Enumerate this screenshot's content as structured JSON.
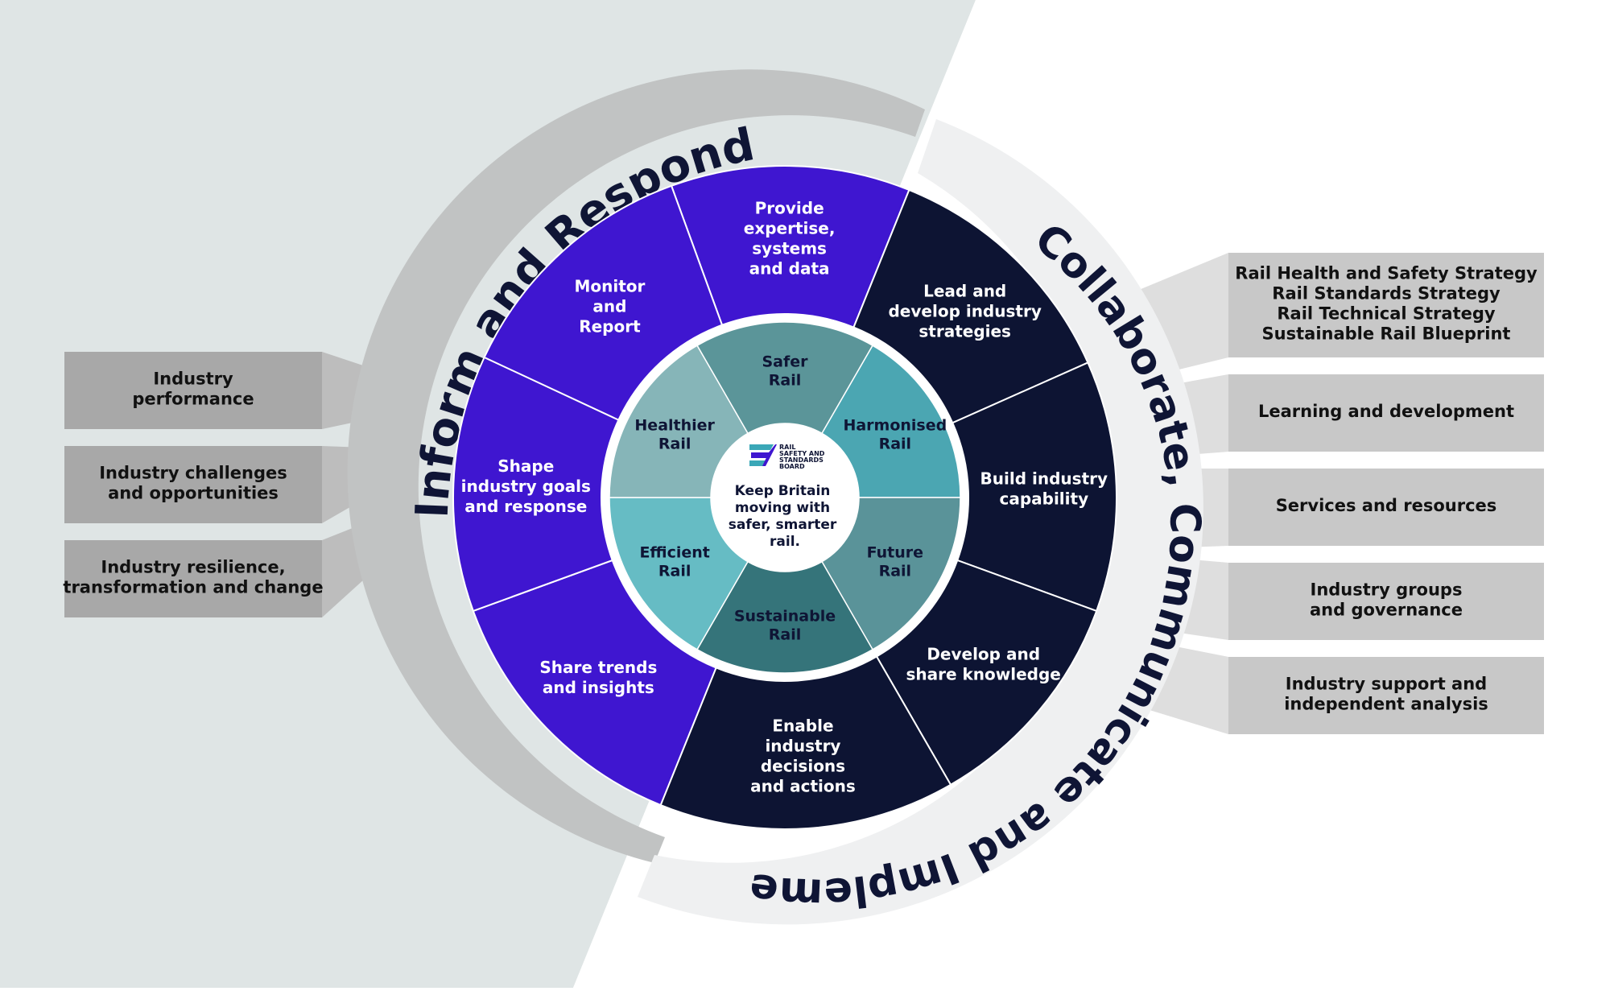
{
  "ring_titles": {
    "left": "Inform and Respond",
    "right": "Collaborate, Communicate and Implement"
  },
  "logo": {
    "text_lines": [
      "RAIL",
      "SAFETY AND",
      "STANDARDS",
      "BOARD"
    ]
  },
  "centre": {
    "lines": [
      "Keep Britain",
      "moving with",
      "safer, smarter",
      "rail."
    ]
  },
  "outer_segments": [
    {
      "id": "provide-expertise",
      "lines": [
        "Provide",
        "expertise,",
        "systems",
        "and data"
      ],
      "color": "#3f16d0"
    },
    {
      "id": "lead-strategies",
      "lines": [
        "Lead and",
        "develop industry",
        "strategies"
      ],
      "color": "#0d1433"
    },
    {
      "id": "build-capability",
      "lines": [
        "Build industry",
        "capability"
      ],
      "color": "#0d1433"
    },
    {
      "id": "develop-knowledge",
      "lines": [
        "Develop and",
        "share knowledge"
      ],
      "color": "#0d1433"
    },
    {
      "id": "enable-decisions",
      "lines": [
        "Enable",
        "industry",
        "decisions",
        "and actions"
      ],
      "color": "#0d1433"
    },
    {
      "id": "share-trends",
      "lines": [
        "Share trends",
        "and insights"
      ],
      "color": "#3f16d0"
    },
    {
      "id": "shape-goals",
      "lines": [
        "Shape",
        "industry goals",
        "and response"
      ],
      "color": "#3f16d0"
    },
    {
      "id": "monitor-report",
      "lines": [
        "Monitor",
        "and",
        "Report"
      ],
      "color": "#3f16d0"
    }
  ],
  "inner_segments": [
    {
      "id": "safer-rail",
      "lines": [
        "Safer",
        "Rail"
      ],
      "color": "#5b9599"
    },
    {
      "id": "harmonised-rail",
      "lines": [
        "Harmonised",
        "Rail"
      ],
      "color": "#4ba6b2"
    },
    {
      "id": "future-rail",
      "lines": [
        "Future",
        "Rail"
      ],
      "color": "#5a9399"
    },
    {
      "id": "sustainable-rail",
      "lines": [
        "Sustainable",
        "Rail"
      ],
      "color": "#35747a"
    },
    {
      "id": "efficient-rail",
      "lines": [
        "Efficient",
        "Rail"
      ],
      "color": "#66bcc4"
    },
    {
      "id": "healthier-rail",
      "lines": [
        "Healthier",
        "Rail"
      ],
      "color": "#86b5b8"
    }
  ],
  "left_boxes": [
    {
      "id": "industry-performance",
      "lines": [
        "Industry",
        "performance"
      ]
    },
    {
      "id": "challenges-opportunities",
      "lines": [
        "Industry challenges",
        "and opportunities"
      ]
    },
    {
      "id": "resilience-change",
      "lines": [
        "Industry resilience,",
        "transformation and change"
      ]
    }
  ],
  "right_boxes": [
    {
      "id": "strategies",
      "lines": [
        "Rail Health and Safety Strategy",
        "Rail Standards Strategy",
        "Rail Technical Strategy",
        "Sustainable Rail Blueprint"
      ]
    },
    {
      "id": "learning-development",
      "lines": [
        "Learning and development"
      ]
    },
    {
      "id": "services-resources",
      "lines": [
        "Services and resources"
      ]
    },
    {
      "id": "groups-governance",
      "lines": [
        "Industry groups",
        "and governance"
      ]
    },
    {
      "id": "support-analysis",
      "lines": [
        "Industry support and",
        "independent analysis"
      ]
    }
  ],
  "colors": {
    "background_left": "#dfe5e5",
    "background_right": "#ffffff",
    "ring_left": "#c1c3c3",
    "ring_right": "#eff0f1",
    "purple": "#3f16d0",
    "navy": "#0d1433",
    "box_left": "#a8a8a8",
    "box_right": "#c8c8c8"
  }
}
